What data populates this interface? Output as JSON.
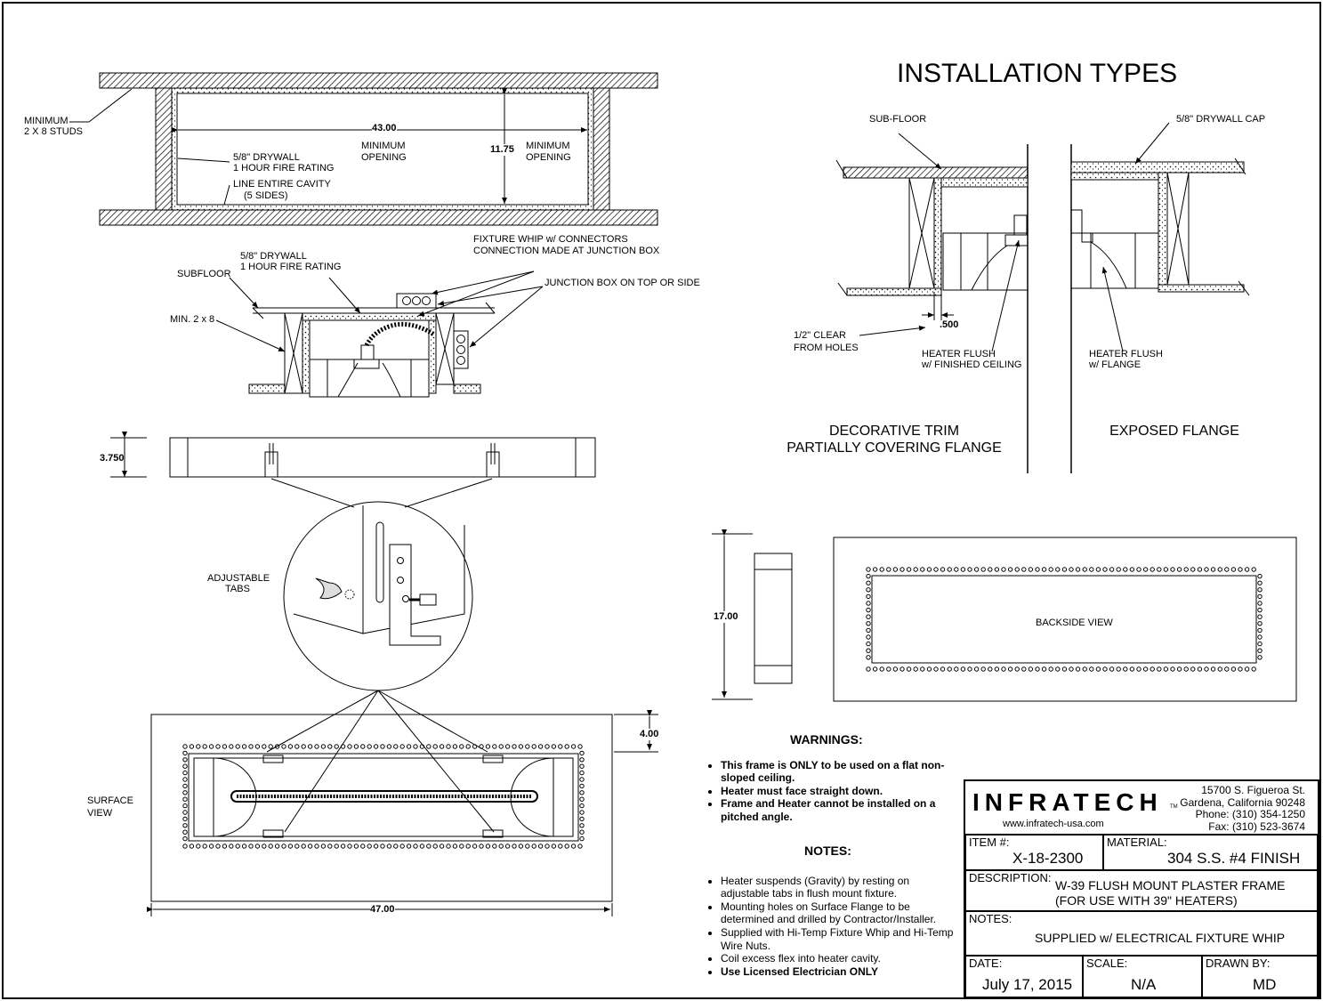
{
  "installation": {
    "title": "INSTALLATION TYPES",
    "sub_floor": "SUB-FLOOR",
    "drywall_cap": "5/8\" DRYWALL CAP",
    "clear_holes_1": "1/2\" CLEAR",
    "clear_holes_2": "FROM HOLES",
    "clear_dim": ".500",
    "heater_flush_ceiling_1": "HEATER FLUSH",
    "heater_flush_ceiling_2": "w/ FINISHED CEILING",
    "heater_flush_flange_1": "HEATER FLUSH",
    "heater_flush_flange_2": "w/ FLANGE",
    "decorative_1": "DECORATIVE TRIM",
    "decorative_2": "PARTIALLY COVERING FLANGE",
    "exposed": "EXPOSED FLANGE"
  },
  "cavity": {
    "min_studs_1": "MINIMUM",
    "min_studs_2": "2 X 8 STUDS",
    "dim_width": "43.00",
    "dim_height": "11.75",
    "min_open_1a": "MINIMUM",
    "min_open_1b": "OPENING",
    "min_open_2a": "MINIMUM",
    "min_open_2b": "OPENING",
    "drywall_1": "5/8\" DRYWALL",
    "drywall_2": "1 HOUR FIRE RATING",
    "line_1": "LINE ENTIRE CAVITY",
    "line_2": "(5 SIDES)"
  },
  "section": {
    "whip_1": "FIXTURE WHIP w/ CONNECTORS",
    "whip_2": "CONNECTION MADE AT JUNCTION BOX",
    "drywall_1": "5/8\" DRYWALL",
    "drywall_2": "1 HOUR FIRE RATING",
    "subfloor": "SUBFLOOR",
    "junction": "JUNCTION BOX ON TOP OR SIDE",
    "min_2x8": "MIN. 2 x 8"
  },
  "side": {
    "dim": "3.750",
    "tabs_1": "ADJUSTABLE",
    "tabs_2": "TABS"
  },
  "surface": {
    "label_1": "SURFACE",
    "label_2": "VIEW",
    "dim_depth": "4.00",
    "dim_width": "47.00"
  },
  "backside": {
    "dim": "17.00",
    "label": "BACKSIDE VIEW"
  },
  "warnings": {
    "title": "WARNINGS:",
    "items": [
      "This frame is ONLY to be used on a flat non-sloped ceiling.",
      "Heater must face straight down.",
      "Frame and Heater cannot be installed on a pitched angle."
    ]
  },
  "notes": {
    "title": "NOTES:",
    "items": [
      "Heater suspends (Gravity) by resting on adjustable tabs in flush mount fixture.",
      "Mounting holes on Surface Flange to be determined and drilled by Contractor/Installer.",
      "Supplied with Hi-Temp Fixture Whip and Hi-Temp Wire Nuts.",
      "Coil excess flex into heater cavity."
    ],
    "last": "Use Licensed Electrician ONLY"
  },
  "titleblock": {
    "logo": "INFRATECH",
    "tm": "TM",
    "website": "www.infratech-usa.com",
    "address_1": "15700 S. Figueroa St.",
    "address_2": "Gardena, California 90248",
    "phone": "Phone: (310) 354-1250",
    "fax": "Fax: (310) 523-3674",
    "item_label": "ITEM #:",
    "item_value": "X-18-2300",
    "material_label": "MATERIAL:",
    "material_value": "304 S.S. #4 FINISH",
    "desc_label": "DESCRIPTION:",
    "desc_1": "W-39 FLUSH MOUNT PLASTER FRAME",
    "desc_2": "(FOR USE WITH 39\" HEATERS)",
    "notes_label": "NOTES:",
    "notes_value": "SUPPLIED w/ ELECTRICAL FIXTURE WHIP",
    "date_label": "DATE:",
    "date_value": "July 17, 2015",
    "scale_label": "SCALE:",
    "scale_value": "N/A",
    "drawn_label": "DRAWN BY:",
    "drawn_value": "MD"
  }
}
